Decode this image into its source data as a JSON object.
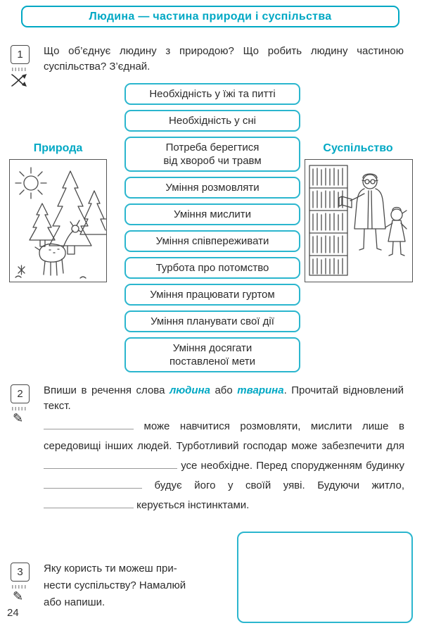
{
  "colors": {
    "accent": "#00A8C4",
    "box_border": "#2BB6CE",
    "ink": "#2b2b2b",
    "frame": "#555555",
    "blank_line": "#9a9a9a"
  },
  "page": {
    "number": "24"
  },
  "header": {
    "title": "Людина — частина природи і суспільства"
  },
  "icons": {
    "connect_icon": "crossed-arrows",
    "write_glyph": "✎"
  },
  "task1": {
    "number": "1",
    "prompt": "Що об’єднує людину з природою? Що робить людину частиною суспільства? З’єднай.",
    "left_label": "Природа",
    "right_label": "Суспільство",
    "options": [
      "Необхідність у їжі та питті",
      "Необхідність у сні",
      "Потреба берегтися\nвід хвороб чи травм",
      "Уміння розмовляти",
      "Уміння мислити",
      "Уміння співпереживати",
      "Турбота про потомство",
      "Уміння працювати гуртом",
      "Уміння планувати свої дії",
      "Уміння досягати\nпоставленої мети"
    ]
  },
  "task2": {
    "number": "2",
    "prompt": {
      "lead": "Впиши в речення слова ",
      "word1": "людина",
      "mid": " або ",
      "word2": "тварина",
      "tail": ". Прочитай відновлений текст."
    },
    "paragraph": {
      "s1": " може навчитися розмовляти, мислити лише в середовищі інших людей. Турботливий господар може забезпечити для ",
      "s2": " усе необхідне. Перед спорудженням будинку ",
      "s3": " будує його у своїй уяві. Будуючи житло, ",
      "s4": " керується інстинктами."
    }
  },
  "task3": {
    "number": "3",
    "line1": "Яку користь ти можеш при-",
    "line2": "нести суспільству? Намалюй",
    "line3": "або напиши."
  }
}
